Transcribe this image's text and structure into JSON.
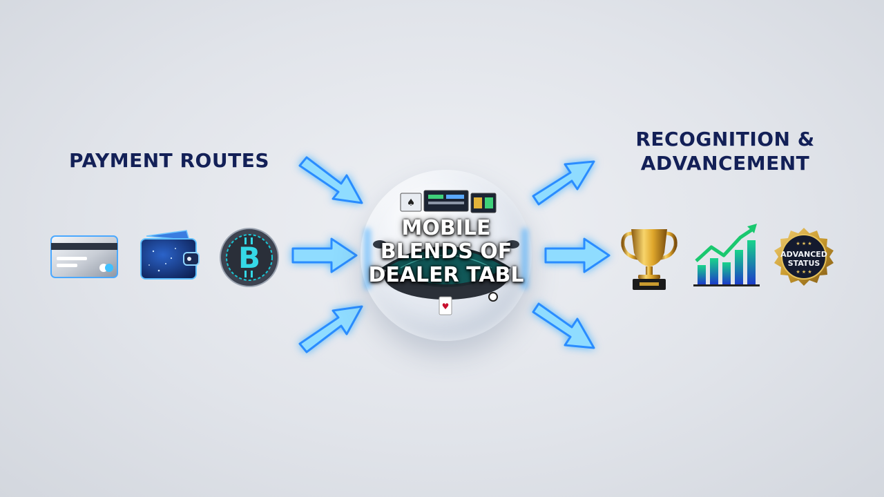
{
  "left_section": {
    "heading": "PAYMENT ROUTES",
    "items": [
      {
        "icon": "credit-card-icon"
      },
      {
        "icon": "wallet-icon"
      },
      {
        "icon": "bitcoin-icon"
      }
    ]
  },
  "center": {
    "label": "MOBILE\nBLENDS OF\nDEALER TABL",
    "icon": "dealer-table-icon"
  },
  "right_section": {
    "heading": "RECOGNITION &\nADVANCEMENT",
    "items": [
      {
        "icon": "trophy-icon"
      },
      {
        "icon": "growth-chart-icon"
      },
      {
        "icon": "status-badge-icon",
        "text": "ADVANCED\nSTATUS"
      }
    ]
  },
  "colors": {
    "heading": "#132057",
    "arrow_fill": "#8fdcff",
    "arrow_stroke": "#2a8cff",
    "badge_gold": "#c99a2e"
  }
}
